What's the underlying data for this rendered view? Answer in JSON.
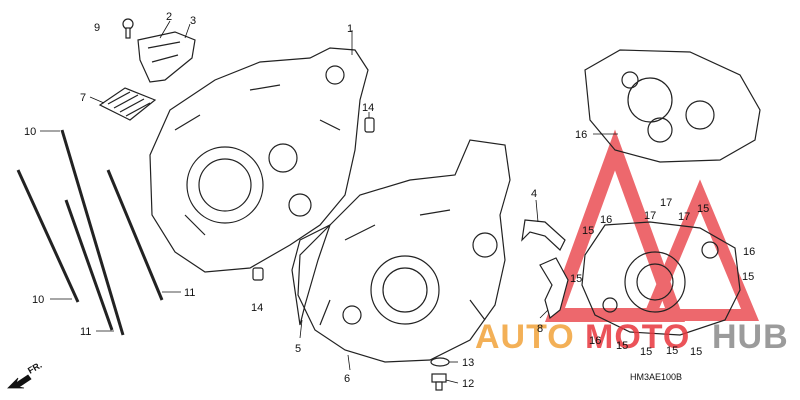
{
  "diagram_code": "HM3AE100B",
  "direction_label": "FR.",
  "watermark": {
    "brand_part1": "AUTO",
    "brand_part2": "MOTO",
    "brand_part3": "HUB",
    "colors": {
      "red": "#e8363d",
      "orange": "#f2a33a",
      "gray": "#8a8a8a"
    }
  },
  "callouts": [
    {
      "id": "c9",
      "text": "9"
    },
    {
      "id": "c2",
      "text": "2"
    },
    {
      "id": "c3",
      "text": "3"
    },
    {
      "id": "c1",
      "text": "1"
    },
    {
      "id": "c7",
      "text": "7"
    },
    {
      "id": "c14a",
      "text": "14"
    },
    {
      "id": "c10a",
      "text": "10"
    },
    {
      "id": "c16a",
      "text": "16"
    },
    {
      "id": "c4",
      "text": "4"
    },
    {
      "id": "c17a",
      "text": "17"
    },
    {
      "id": "c17b",
      "text": "17"
    },
    {
      "id": "c17c",
      "text": "17"
    },
    {
      "id": "c15a",
      "text": "15"
    },
    {
      "id": "c15b",
      "text": "15"
    },
    {
      "id": "c16b",
      "text": "16"
    },
    {
      "id": "c16c",
      "text": "16"
    },
    {
      "id": "c15c",
      "text": "15"
    },
    {
      "id": "c15d",
      "text": "15"
    },
    {
      "id": "c11a",
      "text": "11"
    },
    {
      "id": "c10b",
      "text": "10"
    },
    {
      "id": "c14b",
      "text": "14"
    },
    {
      "id": "c8",
      "text": "8"
    },
    {
      "id": "c16d",
      "text": "16"
    },
    {
      "id": "c15e",
      "text": "15"
    },
    {
      "id": "c15f",
      "text": "15"
    },
    {
      "id": "c15g",
      "text": "15"
    },
    {
      "id": "c15h",
      "text": "15"
    },
    {
      "id": "c11b",
      "text": "11"
    },
    {
      "id": "c5",
      "text": "5"
    },
    {
      "id": "c6",
      "text": "6"
    },
    {
      "id": "c13",
      "text": "13"
    },
    {
      "id": "c12",
      "text": "12"
    }
  ]
}
